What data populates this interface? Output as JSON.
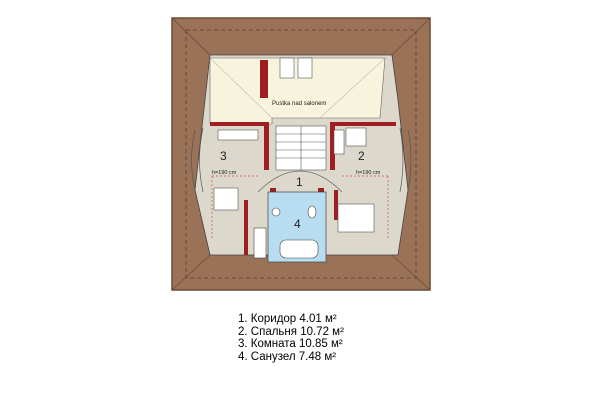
{
  "plan": {
    "void_label": "Pustka nad salonem",
    "height_note": "h=190 cm",
    "room_numbers": [
      "1",
      "2",
      "3",
      "4"
    ]
  },
  "legend": [
    "1. Коридор 4.01 м²",
    "2. Спальня 10.72 м²",
    "3. Комната 10.85 м²",
    "4. Санузел 7.48 м²"
  ],
  "colors": {
    "roof": "#9a7258",
    "roof_edge": "#6b4a36",
    "floor": "#ddd8cc",
    "void": "#f7f3dc",
    "bath_tile": "#b8dcf0",
    "wall": "#9e1e22",
    "height_line": "#e04a4a"
  }
}
